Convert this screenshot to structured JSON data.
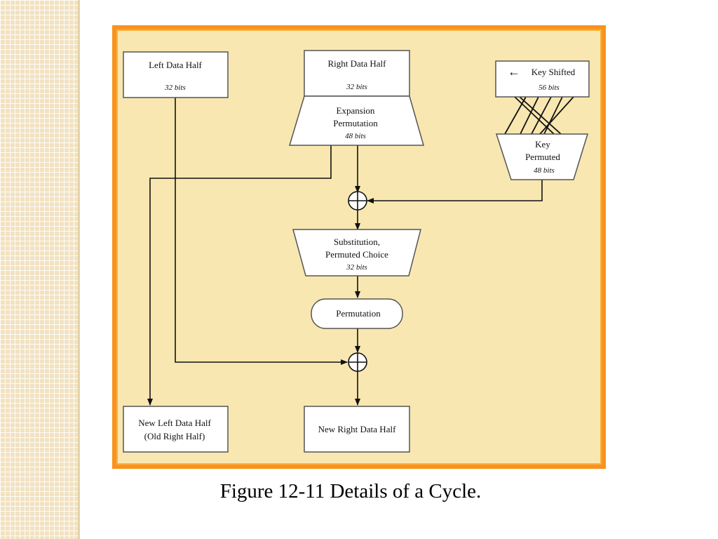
{
  "diagram": {
    "left_half": {
      "title": "Left Data Half",
      "bits": "32 bits"
    },
    "right_half": {
      "title": "Right Data Half",
      "bits": "32 bits"
    },
    "expansion": {
      "line1": "Expansion",
      "line2": "Permutation",
      "bits": "48 bits"
    },
    "key_shifted": {
      "arrow": "←",
      "title": "Key Shifted",
      "bits": "56 bits"
    },
    "key_permuted": {
      "line1": "Key",
      "line2": "Permuted",
      "bits": "48 bits"
    },
    "substitution": {
      "line1": "Substitution,",
      "line2": "Permuted Choice",
      "bits": "32 bits"
    },
    "permutation": {
      "title": "Permutation"
    },
    "new_left": {
      "line1": "New Left Data Half",
      "line2": "(Old Right Half)"
    },
    "new_right": {
      "title": "New Right Data Half"
    }
  },
  "caption": "Figure 12-11  Details of a Cycle.",
  "colors": {
    "frame": "#f7931e",
    "panel": "#f8e7b1",
    "strip": "#f2e2c2"
  }
}
